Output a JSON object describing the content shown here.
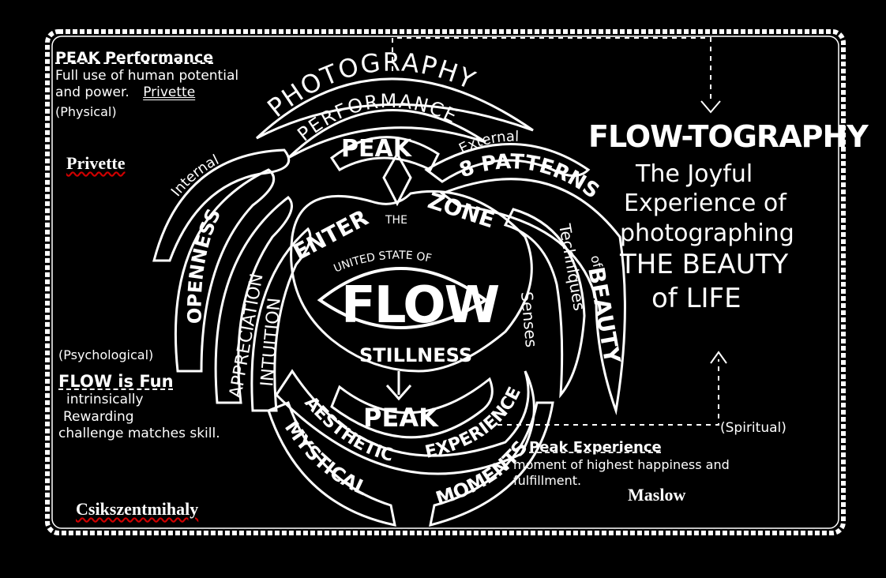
{
  "left_top": {
    "heading": "PEAK Performance",
    "line1": "Full use of human potential",
    "line2": "and power.",
    "author": "Privette",
    "domain": "(Physical)"
  },
  "left_bottom": {
    "domain": "(Psychological)",
    "heading": "FLOW is Fun",
    "line1": "intrinsically",
    "line2": "Rewarding",
    "line3": "challenge matches skill."
  },
  "right_bottom": {
    "domain": "(Spiritual)",
    "heading": "Peak Experience",
    "line1": "moment of highest happiness and",
    "line2": "fulfillment."
  },
  "title_block": {
    "title": "FLOW-TOGRAPHY",
    "line1": "The Joyful",
    "line2": "Experience of",
    "line3": "photographing",
    "line4": "THE BEAUTY",
    "line5": "of LIFE"
  },
  "diagram": {
    "arch_outer": "PHOTOGRAPHY",
    "arch_mid": "PERFORMANCE",
    "arch_inner": "PEAK",
    "external": "External",
    "patterns": "8 PATTERNS",
    "of": "of",
    "beauty": "BEAUTY",
    "techniques": "Techniques",
    "senses": "Senses",
    "internal": "Internal",
    "openness": "OPENNESS",
    "appreciation": "APPRECIATION",
    "intuition": "INTUITION",
    "enter": "ENTER",
    "the": "THE",
    "zone": "ZONE",
    "united_state": "UNITED STATE OF",
    "flow": "FLOW",
    "stillness": "STILLNESS",
    "peak_low": "PEAK",
    "aesthetic": "AESTHETIC",
    "experience": "EXPERIENCE",
    "mystical": "MYSTICAL",
    "moments": "MOMENTS"
  },
  "overlay_labels": {
    "privette": "Privette",
    "csikszentmihaly": "Csikszentmihaly",
    "maslow": "Maslow"
  }
}
